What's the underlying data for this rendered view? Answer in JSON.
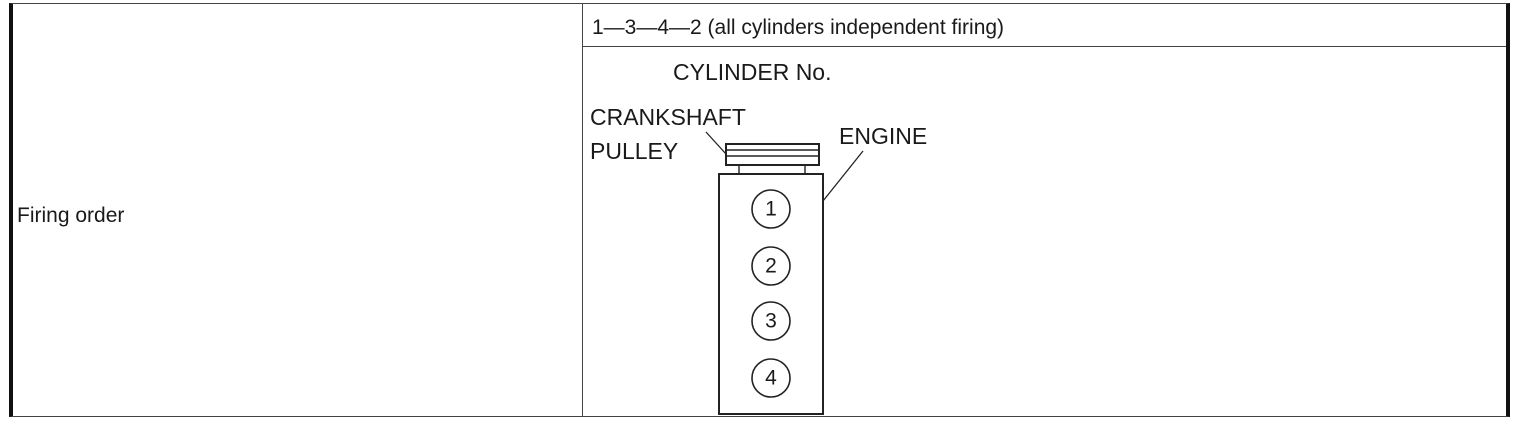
{
  "spec": {
    "label": "Firing order",
    "value": "1—3—4—2 (all cylinders independent firing)"
  },
  "diagram": {
    "title": "CYLINDER No.",
    "pulley_label_line1": "CRANKSHAFT",
    "pulley_label_line2": "PULLEY",
    "engine_label": "ENGINE",
    "cylinders": [
      "1",
      "2",
      "3",
      "4"
    ]
  }
}
